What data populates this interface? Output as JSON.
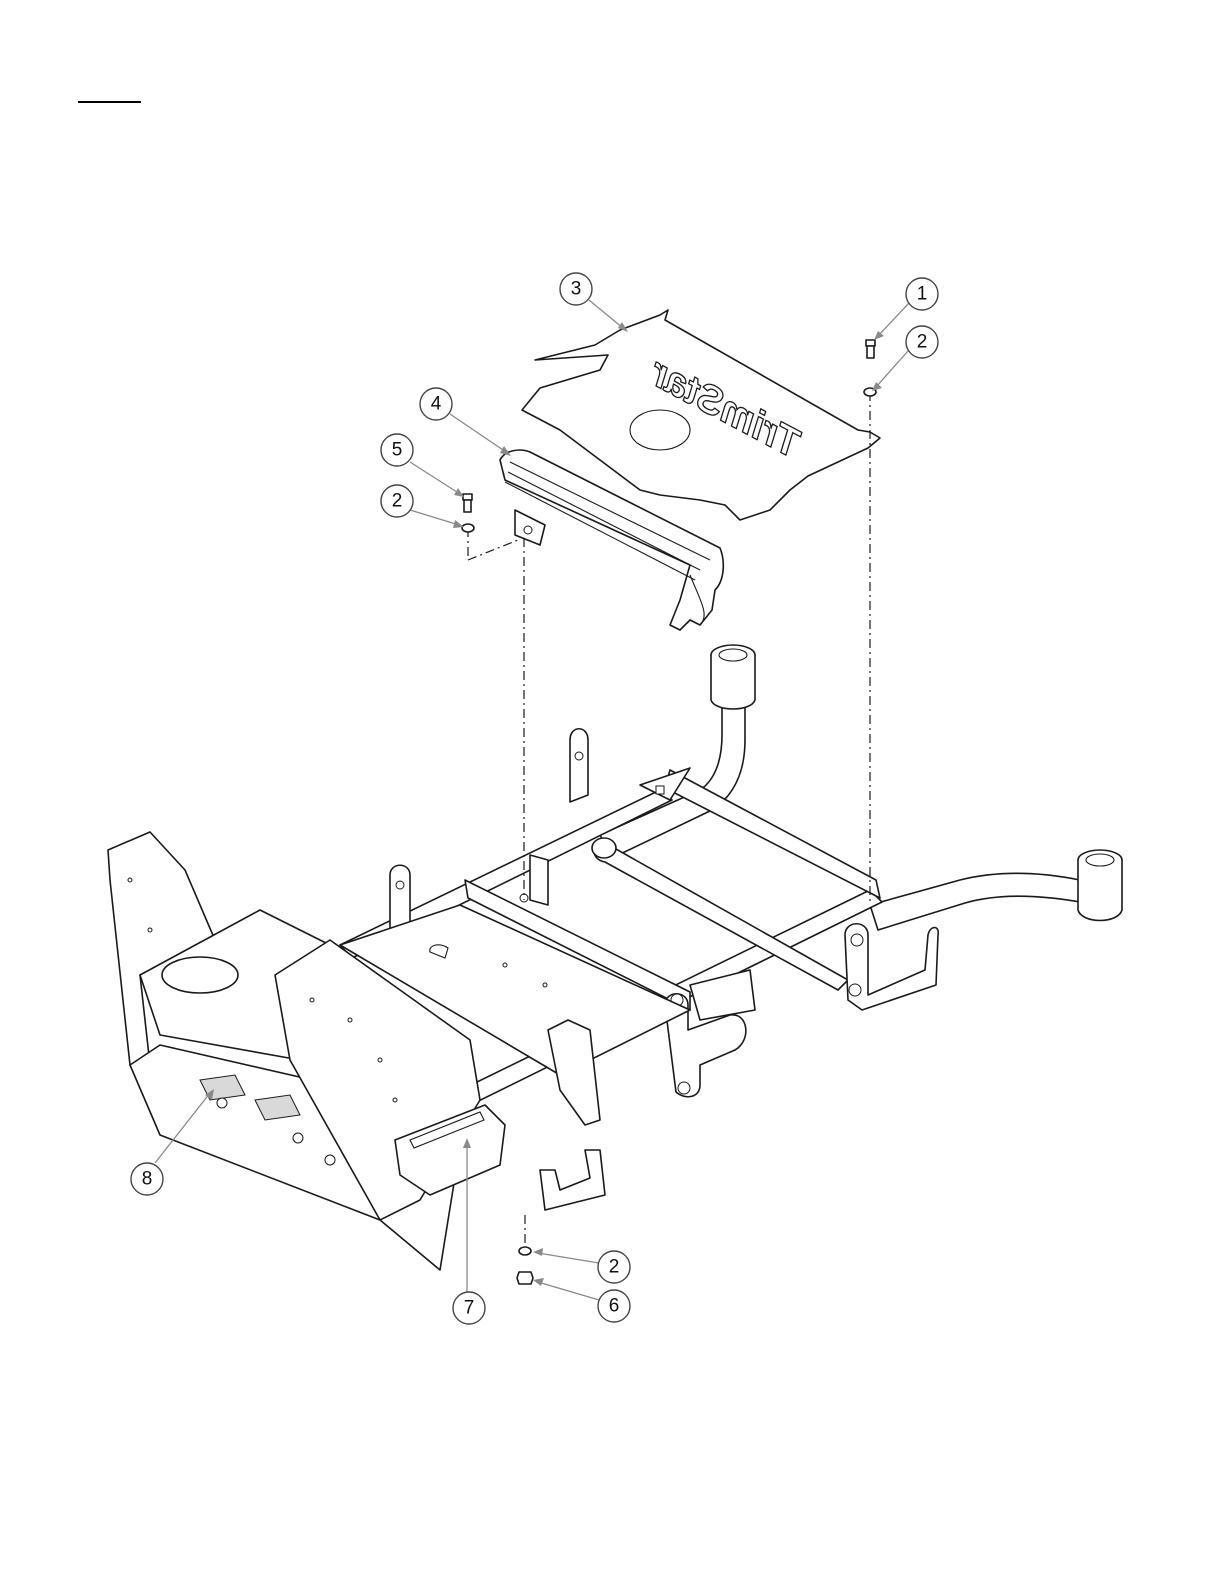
{
  "header": {
    "rule": ""
  },
  "diagram": {
    "brand_logo_text": "TrimStar",
    "callouts": [
      {
        "id": "c1",
        "label": "1"
      },
      {
        "id": "c2a",
        "label": "2"
      },
      {
        "id": "c3",
        "label": "3"
      },
      {
        "id": "c4",
        "label": "4"
      },
      {
        "id": "c5",
        "label": "5"
      },
      {
        "id": "c2b",
        "label": "2"
      },
      {
        "id": "c2c",
        "label": "2"
      },
      {
        "id": "c6",
        "label": "6"
      },
      {
        "id": "c7",
        "label": "7"
      },
      {
        "id": "c8",
        "label": "8"
      }
    ]
  }
}
